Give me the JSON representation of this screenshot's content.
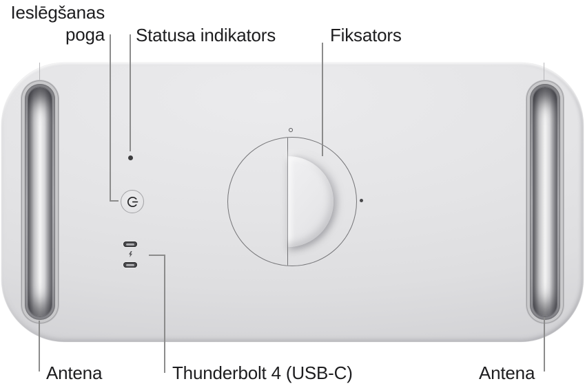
{
  "diagram": {
    "subject": "Mac Pro top view",
    "labels": {
      "power": {
        "line1": "Ieslēgšanas",
        "line2": "poga"
      },
      "status": "Statusa indikators",
      "latch": "Fiksators",
      "antenna_left": "Antena",
      "antenna_right": "Antena",
      "thunderbolt": "Thunderbolt 4 (USB-C)"
    },
    "icons": {
      "power": "power-icon",
      "thunderbolt": "thunderbolt-icon",
      "unlock_marker": "unlock-position-marker",
      "lock_marker": "lock-position-marker"
    },
    "ports": {
      "count": 2,
      "type": "Thunderbolt 4 (USB-C)"
    },
    "colors": {
      "page_background": "#ffffff",
      "body_gray": "#e4e4e6",
      "callout_line": "#8b8b8b",
      "label_text": "#1d1d1f",
      "port_dark": "#48484b",
      "led_dark": "#3c3c3e"
    }
  }
}
